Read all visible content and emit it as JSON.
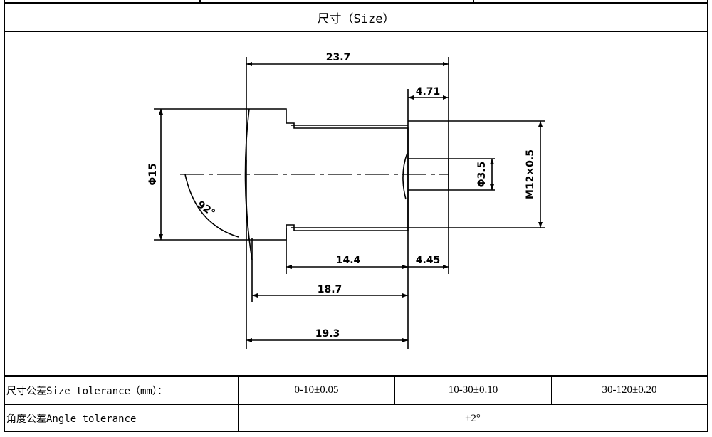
{
  "header": {
    "title": "尺寸（Size）"
  },
  "drawing": {
    "dimensions": {
      "overall_length": "23.7",
      "rear_step": "4.71",
      "outer_diameter": "Φ15",
      "field_angle": "92°",
      "pin_diameter": "Φ3.5",
      "thread": "M12×0.5",
      "barrel_length": "14.4",
      "rear_offset": "4.45",
      "length_a": "18.7",
      "length_b": "19.3"
    }
  },
  "tolerance": {
    "size_label": "尺寸公差Size tolerance（mm）：",
    "ranges": [
      "0-10±0.05",
      "10-30±0.10",
      "30-120±0.20"
    ],
    "angle_label": "角度公差Angle tolerance",
    "angle_value": "±2°"
  }
}
